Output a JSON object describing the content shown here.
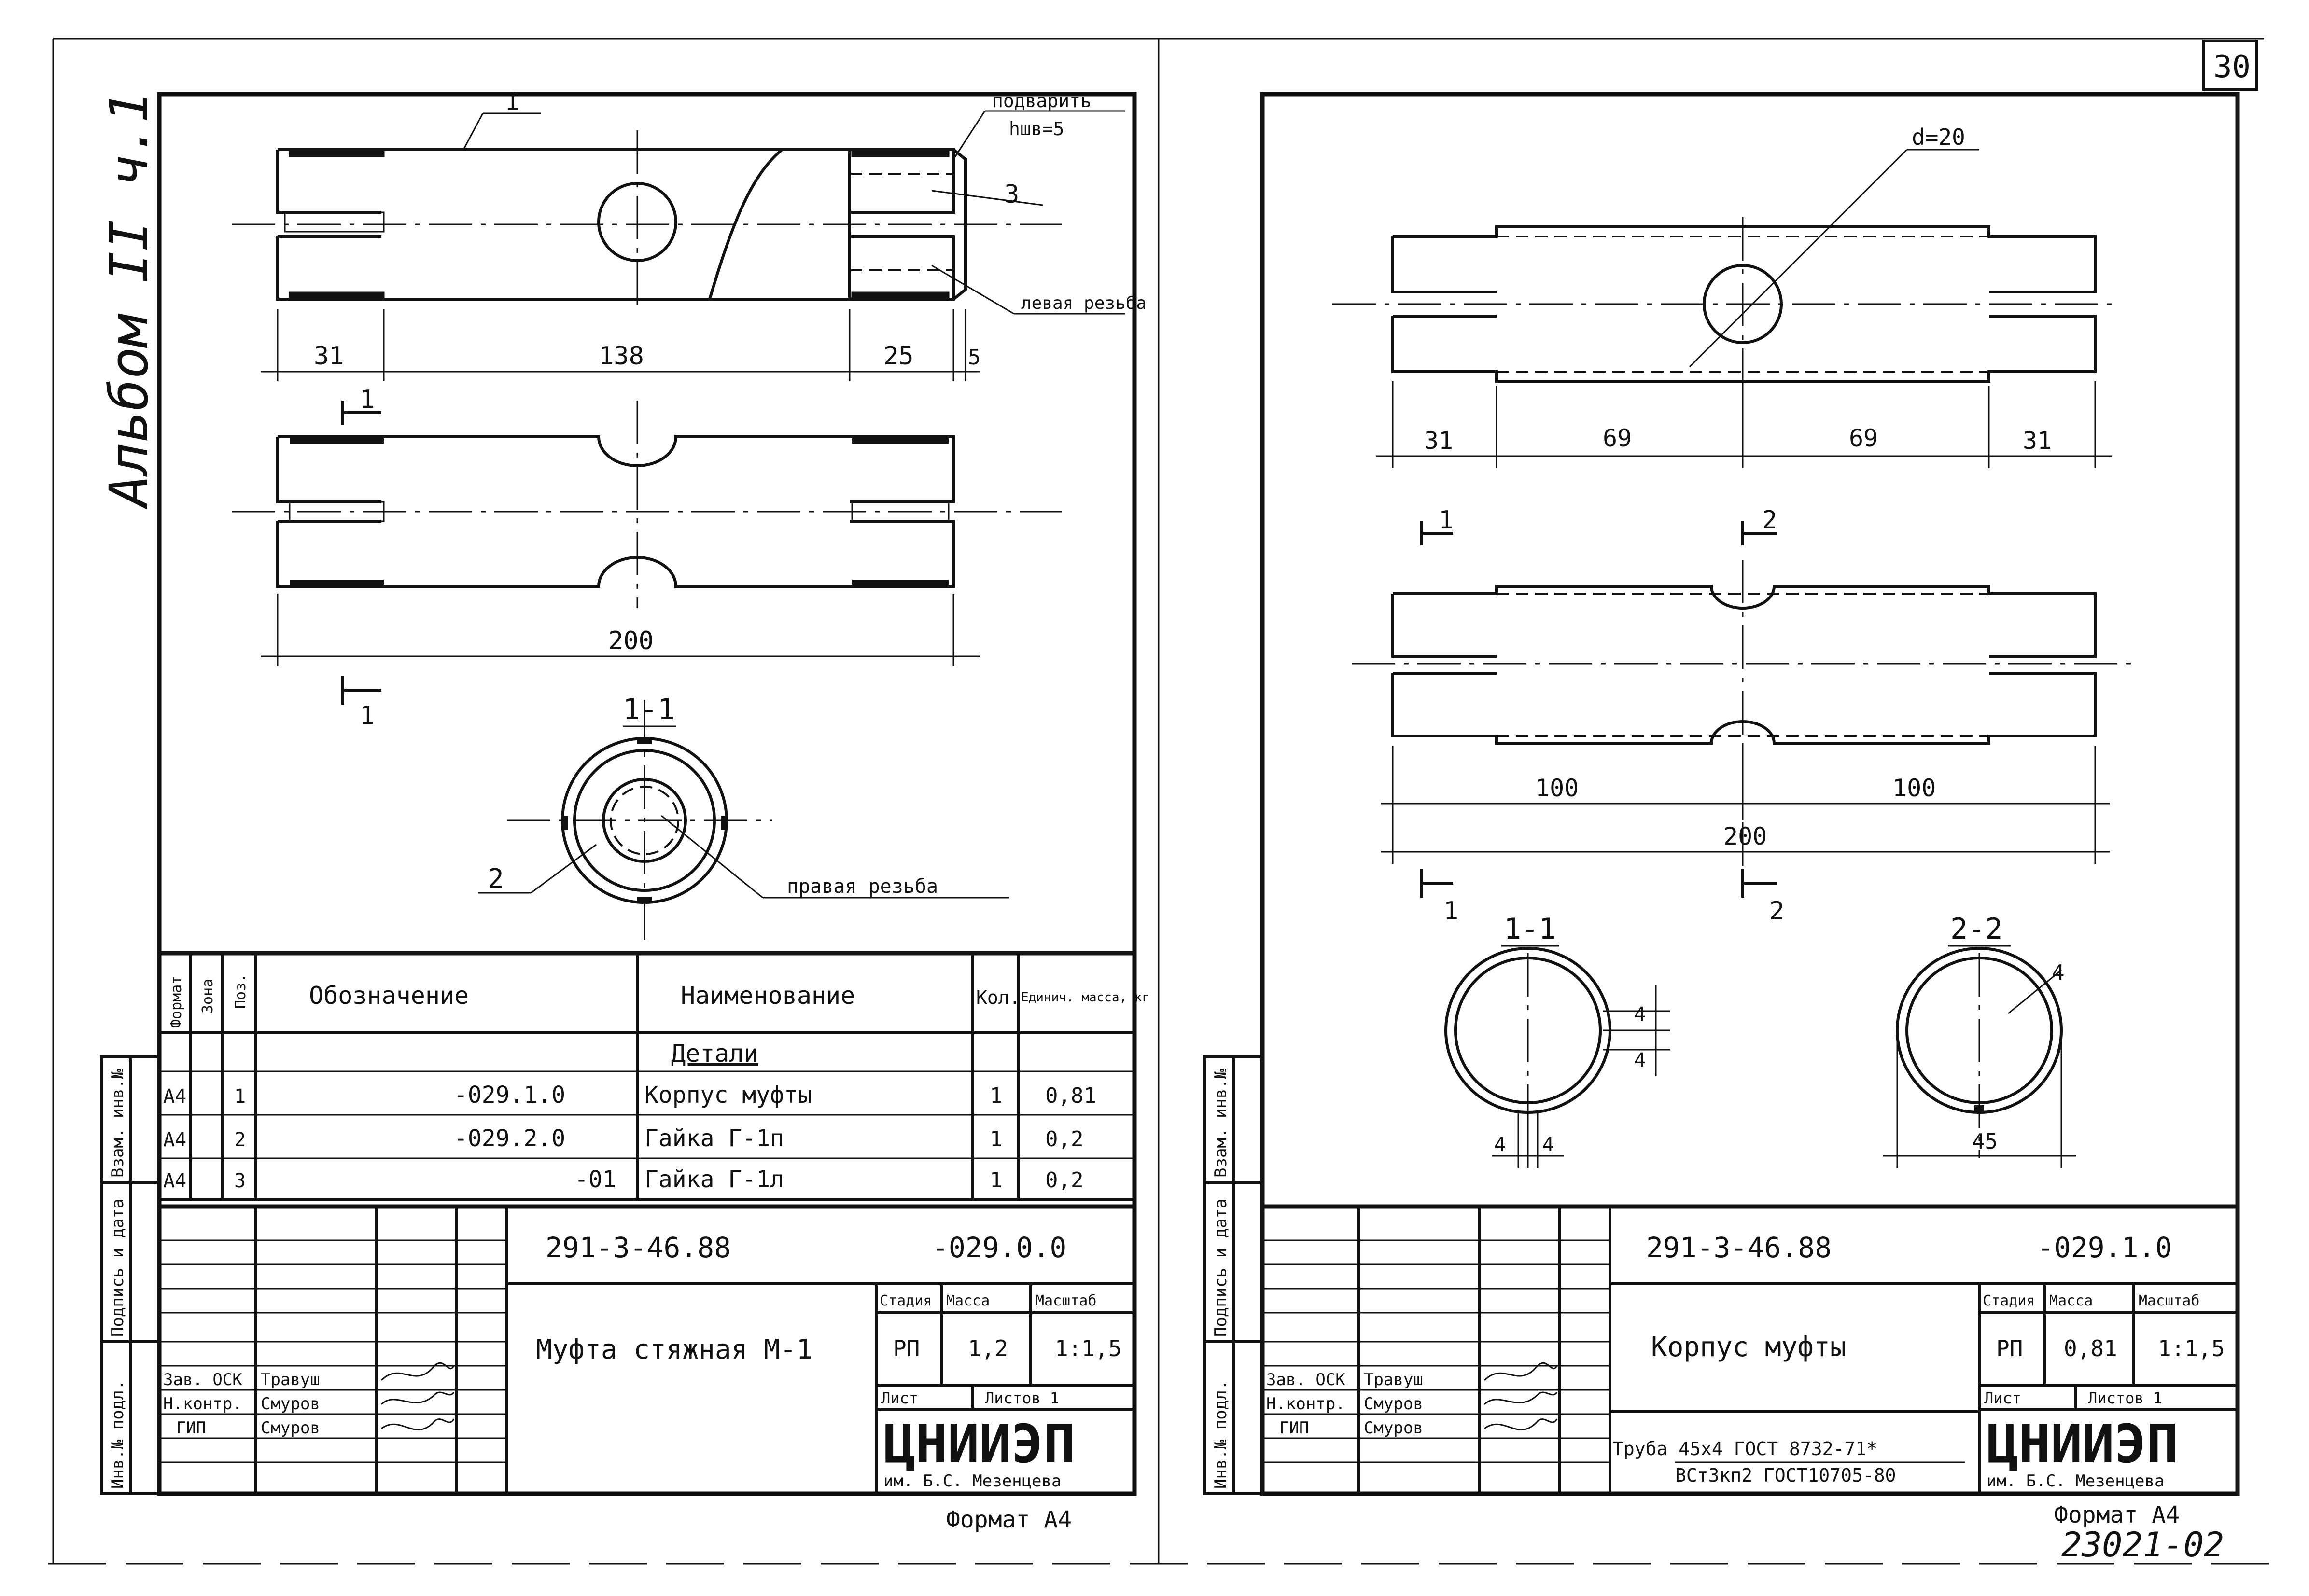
{
  "page_number": "30",
  "album_label": "Альбом II ч.1",
  "bottom_code": "23021-02",
  "left_sheet": {
    "annotations": {
      "weld_note": "подварить",
      "weld_size": "hшв=5",
      "left_thread": "левая резьба",
      "right_thread": "правая резьба",
      "callout_1": "1",
      "callout_2": "2",
      "callout_3": "3",
      "section_mark": "1",
      "section_title": "1-1"
    },
    "dims": {
      "d31": "31",
      "d138": "138",
      "d25": "25",
      "d5": "5",
      "d200": "200"
    },
    "spec": {
      "headers": {
        "format": "Формат",
        "zone": "Зона",
        "pos": "Поз.",
        "designation": "Обозначение",
        "name": "Наименование",
        "qty": "Кол.",
        "mass": "Единич. масса, кг"
      },
      "section": "Детали",
      "rows": [
        {
          "format": "А4",
          "pos": "1",
          "designation": "-029.1.0",
          "name": "Корпус муфты",
          "qty": "1",
          "mass": "0,81"
        },
        {
          "format": "А4",
          "pos": "2",
          "designation": "-029.2.0",
          "name": "Гайка Г-1п",
          "qty": "1",
          "mass": "0,2"
        },
        {
          "format": "А4",
          "pos": "3",
          "designation": "-01",
          "name": "Гайка Г-1л",
          "qty": "1",
          "mass": "0,2"
        }
      ]
    },
    "stamp": {
      "doc_code": "291-3-46.88",
      "doc_suffix": "-029.0.0",
      "title": "Муфта стяжная М-1",
      "stage_label": "Стадия",
      "mass_label": "Масса",
      "scale_label": "Масштаб",
      "stage": "РП",
      "mass": "1,2",
      "scale": "1:1,5",
      "sheet_label": "Лист",
      "sheets_label": "Листов 1",
      "org": "ЦНИИЭП",
      "org_sub": "им. Б.С. Мезенцева",
      "people": [
        {
          "role": "Зав. ОСК",
          "name": "Травуш"
        },
        {
          "role": "Н.контр.",
          "name": "Смуров"
        },
        {
          "role": "ГИП",
          "name": "Смуров"
        }
      ]
    },
    "format_label": "Формат А4",
    "side_labels": [
      "Взам. инв.№",
      "Подпись и дата",
      "Инв.№ подл."
    ]
  },
  "right_sheet": {
    "annotations": {
      "hole_dia": "d=20",
      "sect1": "1",
      "sect2": "2",
      "sect1_title": "1-1",
      "sect2_title": "2-2"
    },
    "dims": {
      "d31a": "31",
      "d69a": "69",
      "d69b": "69",
      "d31b": "31",
      "d100a": "100",
      "d100b": "100",
      "d200": "200",
      "d4a": "4",
      "d4b": "4",
      "d4c": "4",
      "d4d": "4",
      "d4e": "4",
      "d45": "45"
    },
    "stamp": {
      "doc_code": "291-3-46.88",
      "doc_suffix": "-029.1.0",
      "title": "Корпус муфты",
      "stage_label": "Стадия",
      "mass_label": "Масса",
      "scale_label": "Масштаб",
      "stage": "РП",
      "mass": "0,81",
      "scale": "1:1,5",
      "sheet_label": "Лист",
      "sheets_label": "Листов 1",
      "org": "ЦНИИЭП",
      "org_sub": "им. Б.С. Мезенцева",
      "material_1": "Труба 45х4 ГОСТ 8732-71*",
      "material_2": "ВСт3кп2 ГОСТ10705-80",
      "people": [
        {
          "role": "Зав. ОСК",
          "name": "Травуш"
        },
        {
          "role": "Н.контр.",
          "name": "Смуров"
        },
        {
          "role": "ГИП",
          "name": "Смуров"
        }
      ]
    },
    "format_label": "Формат А4",
    "side_labels": [
      "Взам. инв.№",
      "Подпись и дата",
      "Инв.№ подл."
    ]
  }
}
